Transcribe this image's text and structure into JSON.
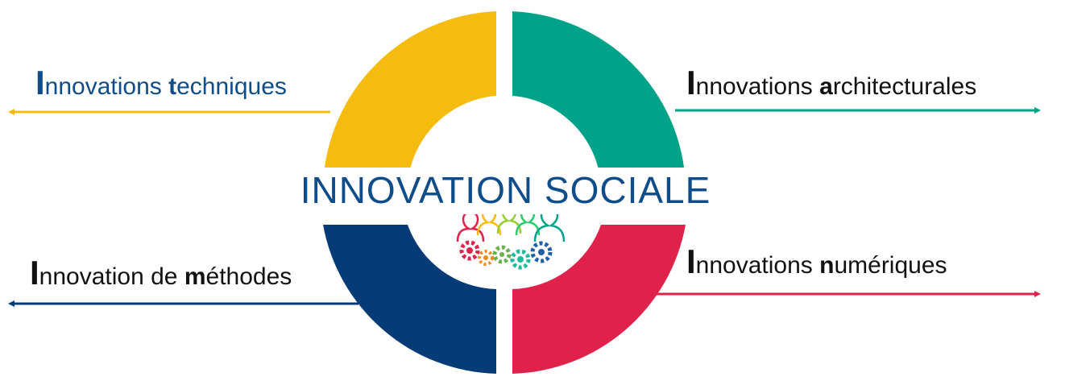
{
  "center_title": "INNOVATION SOCIALE",
  "colors": {
    "yellow": "#f5bb0e",
    "teal": "#00a38a",
    "navy": "#053c78",
    "red": "#e0224b",
    "title_blue": "#0e4d8a"
  },
  "quadrants": [
    {
      "position": "top-left",
      "color": "#f5bb0e",
      "label": {
        "first": "I",
        "mid1": "nnovations ",
        "bold": "t",
        "rest": "echniques"
      }
    },
    {
      "position": "top-right",
      "color": "#00a38a",
      "label": {
        "first": "I",
        "mid1": "nnovations ",
        "bold": "a",
        "rest": "rchitecturales"
      }
    },
    {
      "position": "bottom-left",
      "color": "#053c78",
      "label": {
        "first": "I",
        "mid1": "nnovation de ",
        "bold": "m",
        "rest": "éthodes"
      }
    },
    {
      "position": "bottom-right",
      "color": "#e0224b",
      "label": {
        "first": "I",
        "mid1": "nnovations ",
        "bold": "n",
        "rest": "umériques"
      }
    }
  ],
  "center_icon": "people-and-gears-icon"
}
